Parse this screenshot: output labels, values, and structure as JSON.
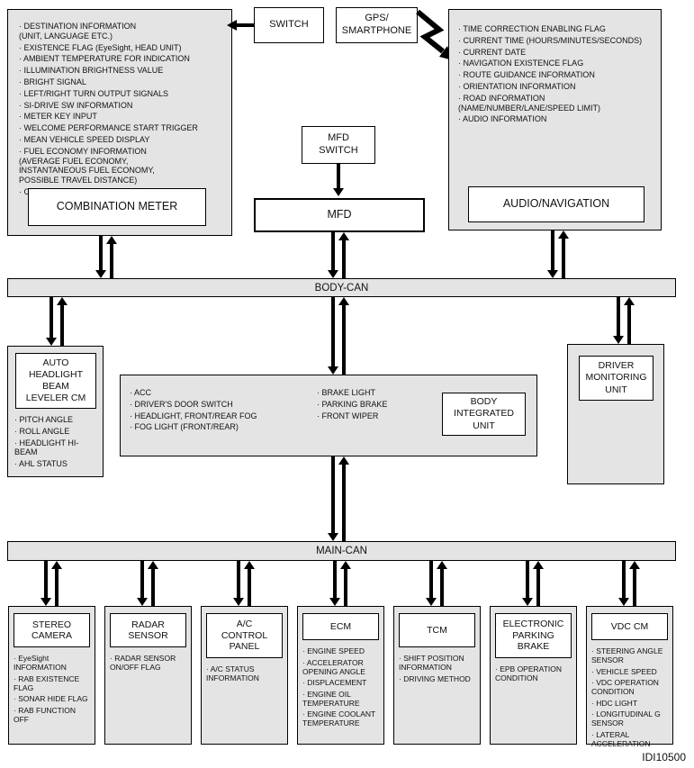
{
  "colors": {
    "panel_fill": "#e4e4e4",
    "box_fill": "#ffffff",
    "line": "#000000",
    "background": "#ffffff"
  },
  "combination_meter": {
    "title": "COMBINATION METER",
    "items": [
      "DESTINATION INFORMATION\n(UNIT, LANGUAGE ETC.)",
      "EXISTENCE FLAG (EyeSight, HEAD UNIT)",
      "AMBIENT TEMPERATURE FOR INDICATION",
      "ILLUMINATION BRIGHTNESS VALUE",
      "BRIGHT SIGNAL",
      "LEFT/RIGHT TURN OUTPUT SIGNALS",
      "SI-DRIVE SW INFORMATION",
      "METER KEY INPUT",
      "WELCOME PERFORMANCE START TRIGGER",
      "MEAN VEHICLE SPEED DISPLAY",
      "FUEL ECONOMY INFORMATION\n(AVERAGE FUEL ECONOMY,\nINSTANTANEOUS FUEL ECONOMY,\nPOSSIBLE TRAVEL DISTANCE)",
      "ODOMETER VALUE"
    ]
  },
  "switch": {
    "label": "SWITCH"
  },
  "gps": {
    "label": "GPS/\nSMARTPHONE"
  },
  "mfd_switch": {
    "label": "MFD\nSWITCH"
  },
  "mfd": {
    "label": "MFD"
  },
  "audio_navigation": {
    "title": "AUDIO/NAVIGATION",
    "items": [
      "TIME CORRECTION ENABLING FLAG",
      "CURRENT TIME (HOURS/MINUTES/SECONDS)",
      "CURRENT DATE",
      "NAVIGATION EXISTENCE FLAG",
      "ROUTE GUIDANCE INFORMATION",
      "ORIENTATION INFORMATION",
      "ROAD INFORMATION\n(NAME/NUMBER/LANE/SPEED LIMIT)",
      "AUDIO INFORMATION"
    ]
  },
  "body_can": {
    "label": "BODY-CAN"
  },
  "main_can": {
    "label": "MAIN-CAN"
  },
  "auto_headlight": {
    "title": "AUTO\nHEADLIGHT\nBEAM\nLEVELER CM",
    "items": [
      "PITCH ANGLE",
      "ROLL ANGLE",
      "HEADLIGHT HI-BEAM",
      "AHL STATUS"
    ]
  },
  "body_integrated": {
    "title": "BODY\nINTEGRATED\nUNIT",
    "items_left": [
      "ACC",
      "DRIVER'S DOOR SWITCH",
      "HEADLIGHT, FRONT/REAR FOG",
      "FOG LIGHT (FRONT/REAR)"
    ],
    "items_right": [
      "BRAKE LIGHT",
      "PARKING BRAKE",
      "FRONT WIPER"
    ]
  },
  "driver_monitoring": {
    "title": "DRIVER\nMONITORING\nUNIT"
  },
  "bottom_units": [
    {
      "title": "STEREO\nCAMERA",
      "items": [
        "EyeSight INFORMATION",
        "RAB EXISTENCE FLAG",
        "SONAR HIDE FLAG",
        "RAB FUNCTION OFF"
      ]
    },
    {
      "title": "RADAR\nSENSOR",
      "items": [
        "RADAR SENSOR ON/OFF FLAG"
      ]
    },
    {
      "title": "A/C\nCONTROL\nPANEL",
      "items": [
        "A/C STATUS INFORMATION"
      ]
    },
    {
      "title": "ECM",
      "items": [
        "ENGINE SPEED",
        "ACCELERATOR OPENING ANGLE",
        "DISPLACEMENT",
        "ENGINE OIL TEMPERATURE",
        "ENGINE COOLANT TEMPERATURE"
      ]
    },
    {
      "title": "TCM",
      "items": [
        "SHIFT POSITION INFORMATION",
        "DRIVING METHOD"
      ]
    },
    {
      "title": "ELECTRONIC\nPARKING\nBRAKE",
      "items": [
        "EPB OPERATION CONDITION"
      ]
    },
    {
      "title": "VDC CM",
      "items": [
        "STEERING ANGLE SENSOR",
        "VEHICLE SPEED",
        "VDC OPERATION CONDITION",
        "HDC LIGHT",
        "LONGITUDINAL G SENSOR",
        "LATERAL ACCELERATION"
      ]
    }
  ],
  "figure_id": "IDI10500"
}
